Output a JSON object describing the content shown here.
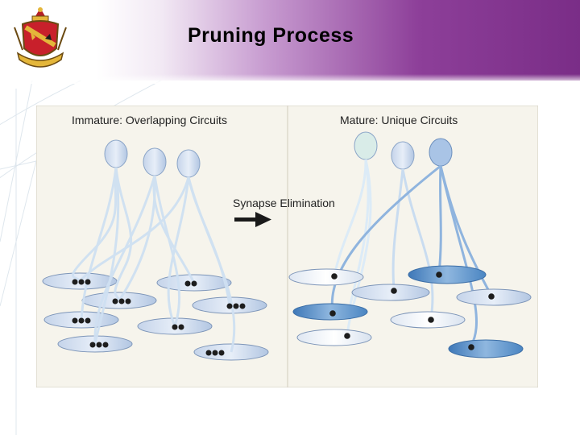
{
  "slide": {
    "title": "Pruning Process"
  },
  "figure": {
    "left_panel_label": "Immature: Overlapping Circuits",
    "right_panel_label": "Mature: Unique Circuits",
    "transition_label": "Synapse Elimination"
  },
  "colors": {
    "header_purple": "#7a2d87",
    "neuron_light": "#dbe6f5",
    "neuron_dark": "#4f89c6",
    "panel_bg": "#f6f4ec"
  }
}
